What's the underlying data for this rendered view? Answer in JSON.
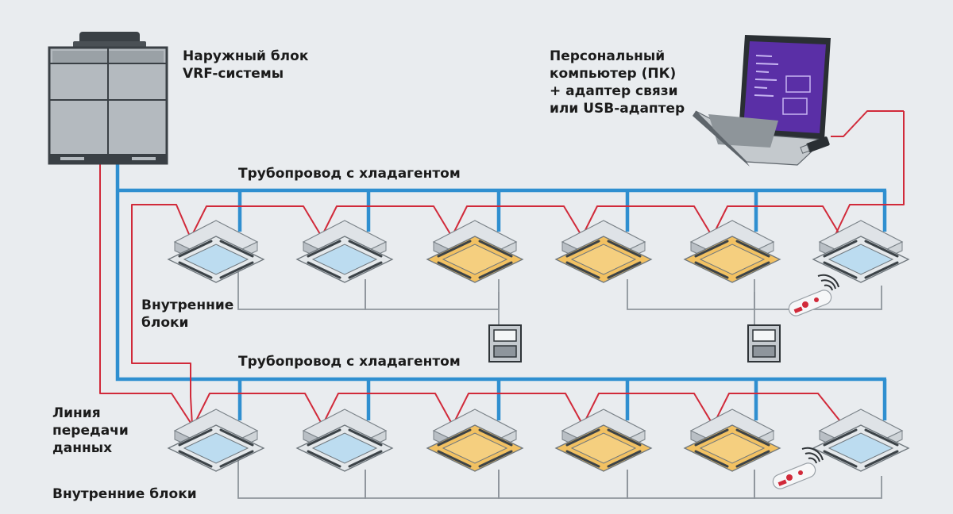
{
  "labels": {
    "outdoor_unit": "Наружный блок\nVRF-системы",
    "pc": "Персональный\nкомпьютер (ПК)\n+ адаптер связи\nили USB-адаптер",
    "pipe_top": "Трубопровод с хладагентом",
    "pipe_bottom": "Трубопровод с хладагентом",
    "indoor_top": "Внутренние\nблоки",
    "data_line": "Линия\nпередачи\nданных",
    "indoor_bottom": "Внутренние блоки"
  },
  "rows": {
    "top": [
      "blue",
      "blue",
      "orange",
      "orange",
      "orange",
      "blue"
    ],
    "bottom": [
      "blue",
      "blue",
      "orange",
      "orange",
      "orange",
      "blue"
    ]
  },
  "colors": {
    "background": "#e9ecef",
    "pipe": "#2f8fd0",
    "data_line": "#d12a3a",
    "control_line": "#8e959c",
    "panel_blue": "#bcdcf0",
    "panel_orange": "#f2c162"
  },
  "devices": {
    "outdoor": "outdoor-unit",
    "laptop": "laptop-computer",
    "usb": "usb-adapter",
    "wall_controllers": 2,
    "remotes": 2
  }
}
